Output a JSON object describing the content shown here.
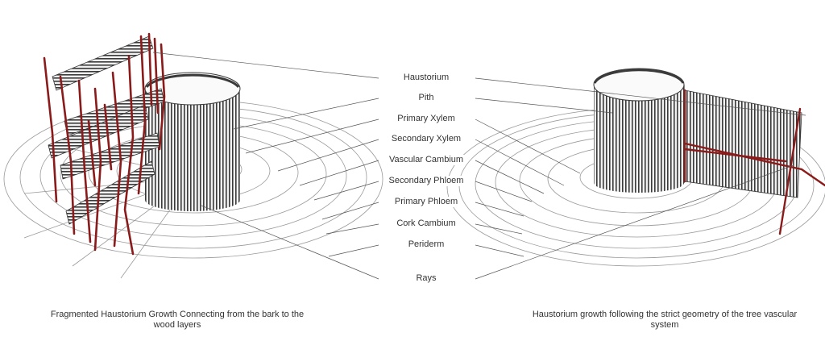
{
  "labels": [
    "Haustorium",
    "Pith",
    "Primary Xylem",
    "Secondary Xylem",
    "Vascular Cambium",
    "Secondary Phloem",
    "Primary Phloem",
    "Cork Cambium",
    "Periderm",
    "Rays"
  ],
  "captions": {
    "left": "Fragmented Haustorium Growth Connecting from the bark to the wood layers",
    "right": "Haustorium growth following the strict geometry of the tree vascular system"
  },
  "colors": {
    "haustorium": "#8b1a1a",
    "line": "#444444",
    "ring": "#999999"
  }
}
